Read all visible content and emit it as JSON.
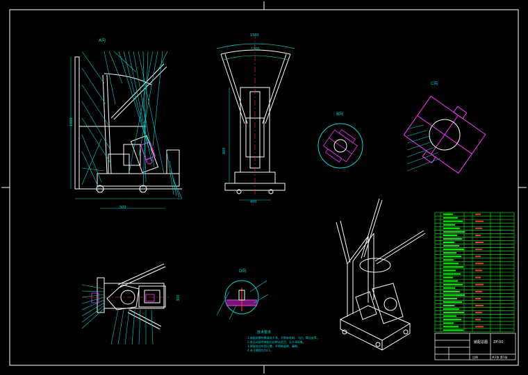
{
  "views": {
    "front_label": "A向",
    "detail_b_label": "B向",
    "detail_c_label": "C向",
    "detail_d_label": "D向"
  },
  "dimensions": {
    "arc_top": "1500",
    "arc_inner": "1200",
    "height_left": "1000",
    "height_mid": "800",
    "width_base": "500",
    "width_mid": "400",
    "plan_height": "300"
  },
  "notes": {
    "title": "技术要求",
    "items": [
      "1.装配前零件需清洗干净，不得有毛刺、飞边、氧化皮等。",
      "2.各运动部件装配后应转动灵活，无卡滞现象。",
      "3.焊接处应牢固可靠，不得有虚焊、漏焊。",
      "4.未注倒角均为C1。"
    ]
  },
  "title_block": {
    "drawing_name": "装配总图",
    "drawing_no": "ZP-00",
    "scale_label": "比例",
    "sheet_label": "共1张 第1张"
  },
  "colors": {
    "outline": "#ffffff",
    "leader": "#00d8d8",
    "detail": "#ff33ff",
    "table": "#00ff00",
    "accent": "#ff3030"
  }
}
